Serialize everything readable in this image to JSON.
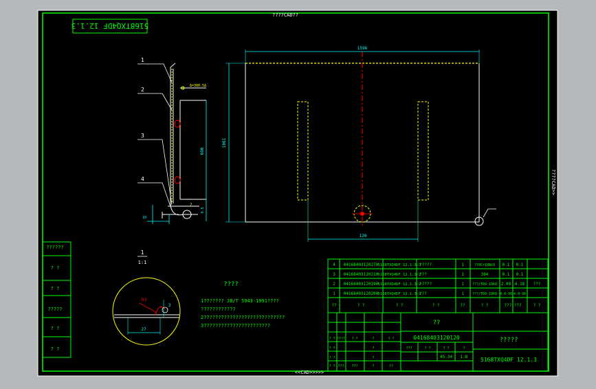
{
  "sheet": {
    "top_label": "????CAD??",
    "bottom_label": "<<CAD>>>>>",
    "right_label": "????CAD>>",
    "stamp_code": "5168TXQ4DF 12.1.3"
  },
  "callouts": [
    "1",
    "2",
    "3",
    "4"
  ],
  "dimensions": {
    "width_total": "1596",
    "height_total": "1061",
    "slot_height": "690",
    "slot_spacing": "120",
    "thickness": "9.5",
    "flange": "10",
    "weld_note": "Δ=300.5Δ",
    "corner_note": "?"
  },
  "scale": {
    "num": "1",
    "den": "1:1"
  },
  "detail": {
    "r_label": "R3",
    "dim_a": "27",
    "dim_b": "3"
  },
  "notes": {
    "title": "????",
    "lines": [
      "1??????? JB/T 5943-1991????",
      "   ????????????",
      "2????????????????????????????",
      "3???????????????????????"
    ]
  },
  "left_strip": [
    "??????",
    "? ?",
    "? ?",
    "?????",
    "? ?",
    "? ?"
  ],
  "bom": {
    "rows": [
      {
        "no": "4",
        "code": "04168403120270",
        "name": "5168TXQ4DF 12.1.3-3",
        "desc": "?????",
        "qty": "1",
        "mat": "??0Cr18Ni9",
        "w1": "0.1",
        "w2": "0.1",
        "note": ""
      },
      {
        "no": "3",
        "code": "04168403120210",
        "name": "5168TXQ4DF 12.1.3-2",
        "desc": "???",
        "qty": "1",
        "mat": "304",
        "w1": "0.1",
        "w2": "0.1",
        "note": ""
      },
      {
        "no": "2",
        "code": "04168403120190",
        "name": "5168TXQ4DF 12.1.3-2",
        "desc": "?????",
        "qty": "1",
        "mat": "???/T09-1968",
        "w1": "2.09",
        "w2": "4.18",
        "note": "???"
      },
      {
        "no": "1",
        "code": "04168403120200",
        "name": "5168TXQ4DF 12.1.3-1",
        "desc": "???",
        "qty": "1",
        "mat": "???/T09-1968",
        "w1": "4.0-96",
        "w2": "4.0-96",
        "note": ""
      }
    ],
    "header": [
      "??",
      "?  ?",
      "?  ?",
      "?  ?",
      "??",
      "?  ?",
      "??? ???",
      "? ?"
    ]
  },
  "title_block": {
    "part_label": "??",
    "part_code": "04168403120120",
    "company": "?????",
    "drawing_no": "5168TXQ4DF 12.1.3",
    "mass": "45.34",
    "scale": "1:8",
    "r1": [
      "? ?",
      "????",
      "? ?",
      "?",
      "? ?"
    ],
    "r2": [
      "? ?",
      "?",
      "???"
    ],
    "r3": [
      "? ?",
      "?",
      "? ?"
    ],
    "r4": [
      "? ?",
      "???",
      "? ?",
      "?"
    ],
    "r5": [
      "???",
      "?",
      "??"
    ]
  }
}
